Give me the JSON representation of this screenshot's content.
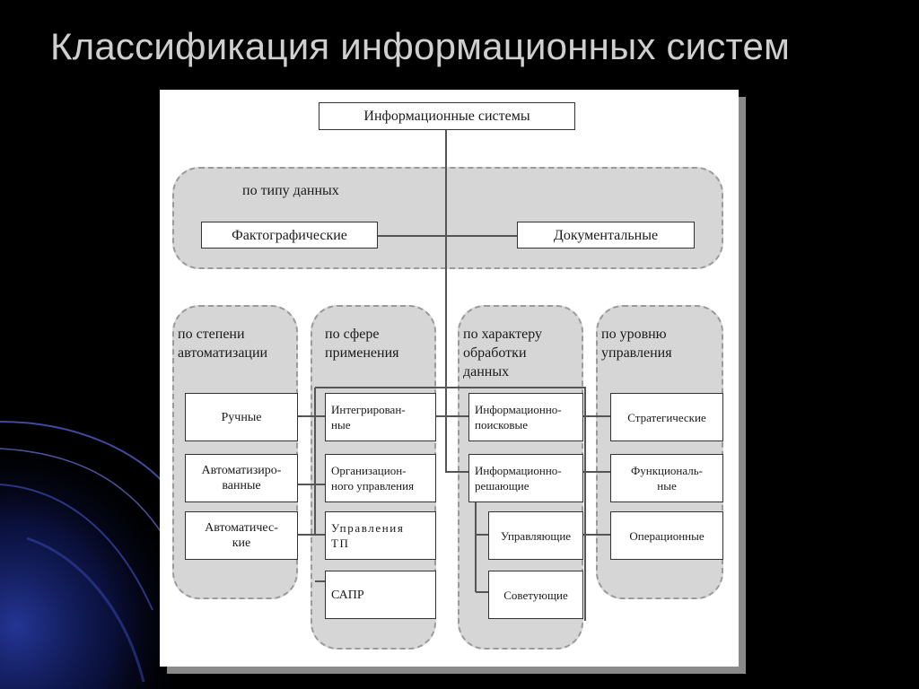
{
  "slide": {
    "title": "Классификация информационных систем"
  },
  "diagram": {
    "root": "Информационные системы",
    "groups": {
      "data_type": {
        "label": "по типу данных",
        "items": [
          "Фактографические",
          "Документальные"
        ]
      },
      "automation": {
        "label": "по степени\nавтоматизации",
        "items": [
          "Ручные",
          "Автоматизиро-\nванные",
          "Автоматичес-\nкие"
        ]
      },
      "application": {
        "label": "по сфере\nприменения",
        "items": [
          "Интегрирован-\nные",
          "Организацион-\nного управления",
          "Управления\nТП",
          "САПР"
        ]
      },
      "processing": {
        "label": "по характеру\nобработки\nданных",
        "items": [
          "Информационно-\nпоисковые",
          "Информационно-\nрешающие",
          "Управляющие",
          "Советующие"
        ]
      },
      "management": {
        "label": "по уровню\nуправления",
        "items": [
          "Стратегические",
          "Функциональ-\nные",
          "Операционные"
        ]
      }
    }
  }
}
